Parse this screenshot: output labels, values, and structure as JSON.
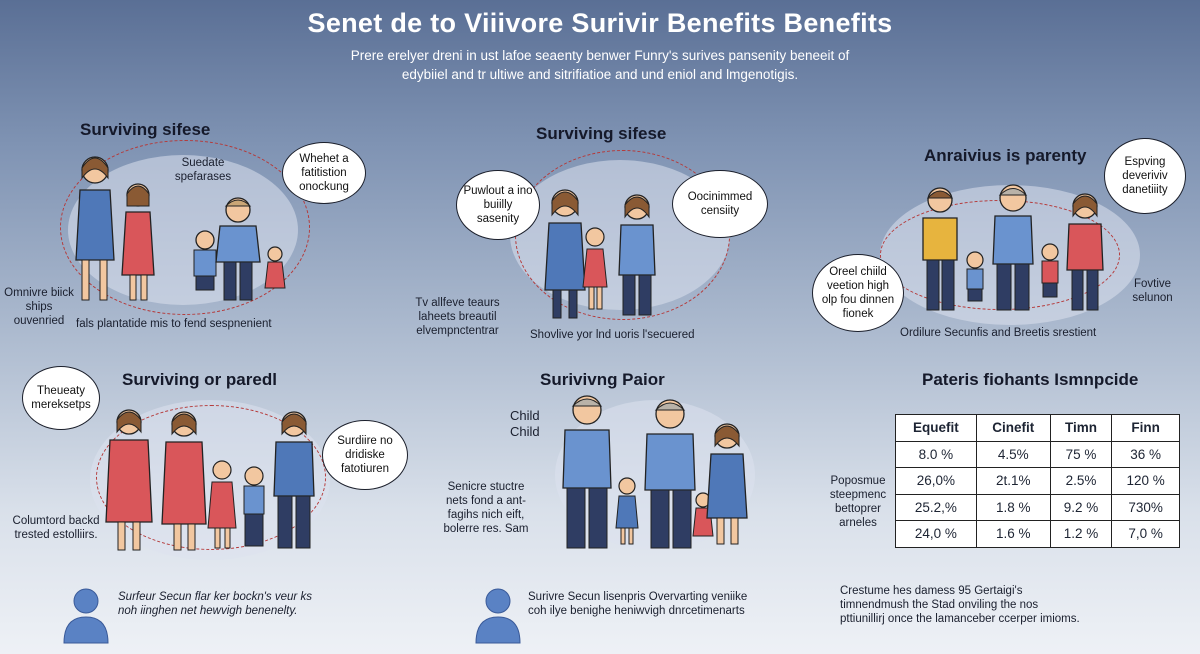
{
  "header": {
    "title": "Senet de to Viiivore Surivir Benefits Benefits",
    "subtitle_line1": "Prere erelyer dreni in ust lafoe seaenty benwer Funry's surives pansenity beneeit of",
    "subtitle_line2": "edybiiel and tr ultiwe and sitrifiatioe and und eniol and lmgenotigis."
  },
  "panel1": {
    "heading": "Surviving sifese",
    "label_top": "Suedate spefarases",
    "bubble": "Whehet a fatitistion onockung",
    "left_note": "Omnivre biick ships ouvenried",
    "bottom_note": "fals plantatide mis to fend sespnenient"
  },
  "panel2": {
    "heading": "Surviving sifese",
    "bubble_left": "Puwlout a ino buiilly sasenity",
    "bubble_right": "Oocinimmed censiity",
    "left_note": "Tv allfeve teaurs laheets breautil elvempnctentrar",
    "bottom_note": "Shovlive yor lnd uoris l'secuered"
  },
  "panel3": {
    "heading": "Anraivius is parenty",
    "bubble_right": "Espving deveriviv danetiiity",
    "bubble_left": "Oreel chiild veetion high olp fou dinnen fionek",
    "right_note": "Fovtive selunon",
    "bottom_note": "Ordilure Secunfis and Breetis srestient"
  },
  "panel4": {
    "heading": "Surviving or paredl",
    "bubble_left": "Theueaty mereksetps",
    "bubble_right": "Surdiire no dridiske fatotiuren",
    "left_note": "Columtord backd trested estolliirs.",
    "footer_text": "Surfeur Secun flar ker bockn's veur ks noh iinghen net hewvigh benenelty."
  },
  "panel5": {
    "heading": "Surivivng Paior",
    "child_label": "Child Child",
    "left_note": "Senicre stuctre nets fond a ant- fagihs nich eift, bolerre res. Sam",
    "footer_text": "Surivre Secun lisenpris Overvarting veniike coh ilye benighe heniwvigh dnrcetimenarts"
  },
  "panel6": {
    "heading": "Pateris fiohants Ismnpcide",
    "left_note": "Poposmue steepmenc bettoprer arneles",
    "footer_text": "Crestume hes damess 95 Gertaigi's timnendmush the Stad onviling the nos pttiunillirj once the lamanceber ccerper imioms.",
    "table": {
      "headers": [
        "Equefit",
        "Cinefit",
        "Timn",
        "Finn"
      ],
      "rows": [
        [
          "8.0 %",
          "4.5%",
          "75 %",
          "36 %"
        ],
        [
          "26,0%",
          "2t.1%",
          "2.5%",
          "120 %"
        ],
        [
          "25.2,%",
          "1.8 %",
          "9.2 %",
          "730%"
        ],
        [
          "24,0 %",
          "1.6 %",
          "1.2 %",
          "7,0 %"
        ]
      ]
    }
  },
  "colors": {
    "blue_shirt": "#4f78b8",
    "red_dress": "#d9565a",
    "dashed_arc": "#b53a3a",
    "pants": "#2f3d63"
  }
}
